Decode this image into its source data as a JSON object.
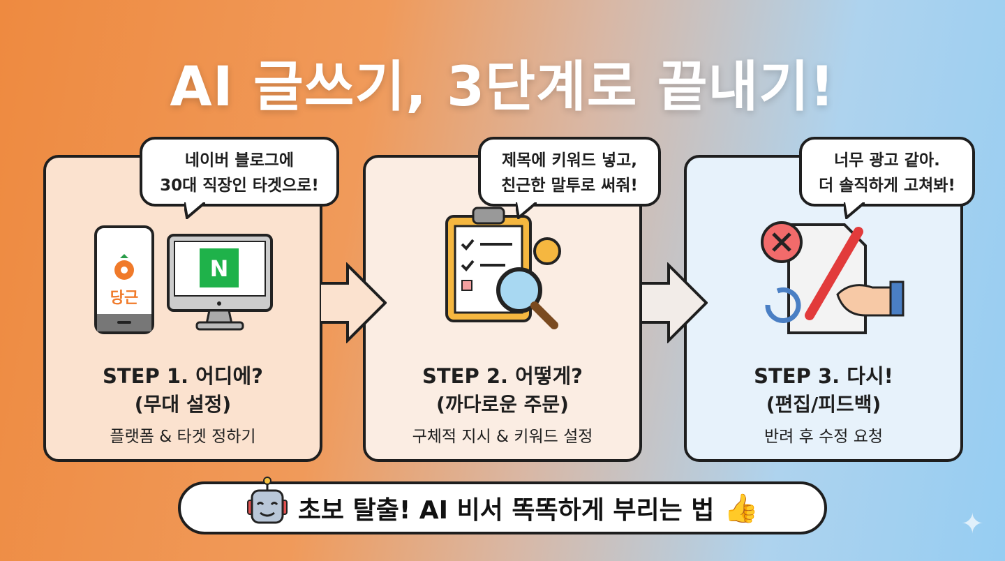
{
  "title": "AI 글쓰기, 3단계로 끝내기!",
  "steps": [
    {
      "bubble_line1": "네이버 블로그에",
      "bubble_line2": "30대 직장인 타겟으로!",
      "title": "STEP 1. 어디에?",
      "subtitle": "(무대 설정)",
      "desc": "플랫폼 & 타겟 정하기",
      "phone_label": "당근",
      "monitor_label": "N"
    },
    {
      "bubble_line1": "제목에 키워드 넣고,",
      "bubble_line2": "친근한 말투로 써줘!",
      "title": "STEP 2. 어떻게?",
      "subtitle": "(까다로운 주문)",
      "desc": "구체적 지시 & 키워드 설정"
    },
    {
      "bubble_line1": "너무 광고 같아.",
      "bubble_line2": "더 솔직하게 고쳐봐!",
      "title": "STEP 3. 다시!",
      "subtitle": "(편집/피드백)",
      "desc": "반려 후 수정 요청"
    }
  ],
  "footer": "초보 탈출! AI 비서 똑똑하게 부리는 법",
  "colors": {
    "orange": "#ee8a40",
    "blue": "#96cdf2",
    "naver_green": "#1fb24a",
    "carrot": "#f07a2a"
  }
}
